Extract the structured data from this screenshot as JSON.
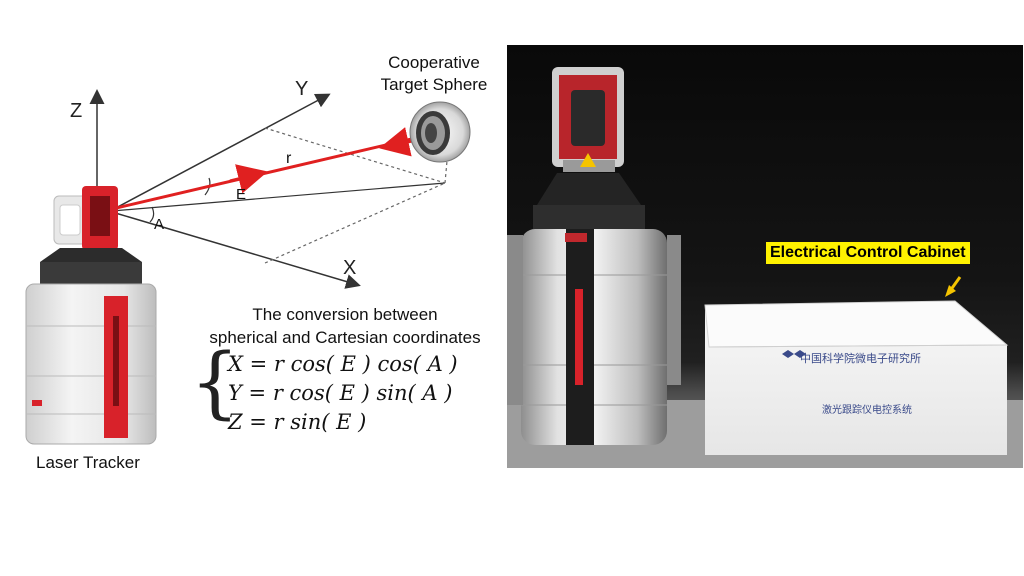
{
  "labels": {
    "target": [
      "Cooperative",
      "Target Sphere"
    ],
    "axis_z": "Z",
    "axis_y": "Y",
    "axis_x": "X",
    "range": "r",
    "elevation": "E",
    "azimuth": "A",
    "laser_tracker": "Laser Tracker",
    "conversion_title": [
      "The conversion between",
      "spherical and Cartesian coordinates"
    ],
    "cabinet_tag": "Electrical Control Cabinet"
  },
  "equations": [
    {
      "lhs": "X",
      "rhs": "r cos( E ) cos( A )"
    },
    {
      "lhs": "Y",
      "rhs": "r cos( E ) sin( A )"
    },
    {
      "lhs": "Z",
      "rhs": "r sin( E )"
    }
  ],
  "cabinet_text": {
    "institute": "中国科学院微电子研究所",
    "system": "激光跟踪仪电控系统"
  },
  "colors": {
    "beam": "#e02020",
    "tracker_red": "#d8222a",
    "highlight": "#fff200",
    "arrow_yellow": "#f5c400"
  },
  "icons": [
    "cas-logo-icon",
    "warning-icon"
  ]
}
